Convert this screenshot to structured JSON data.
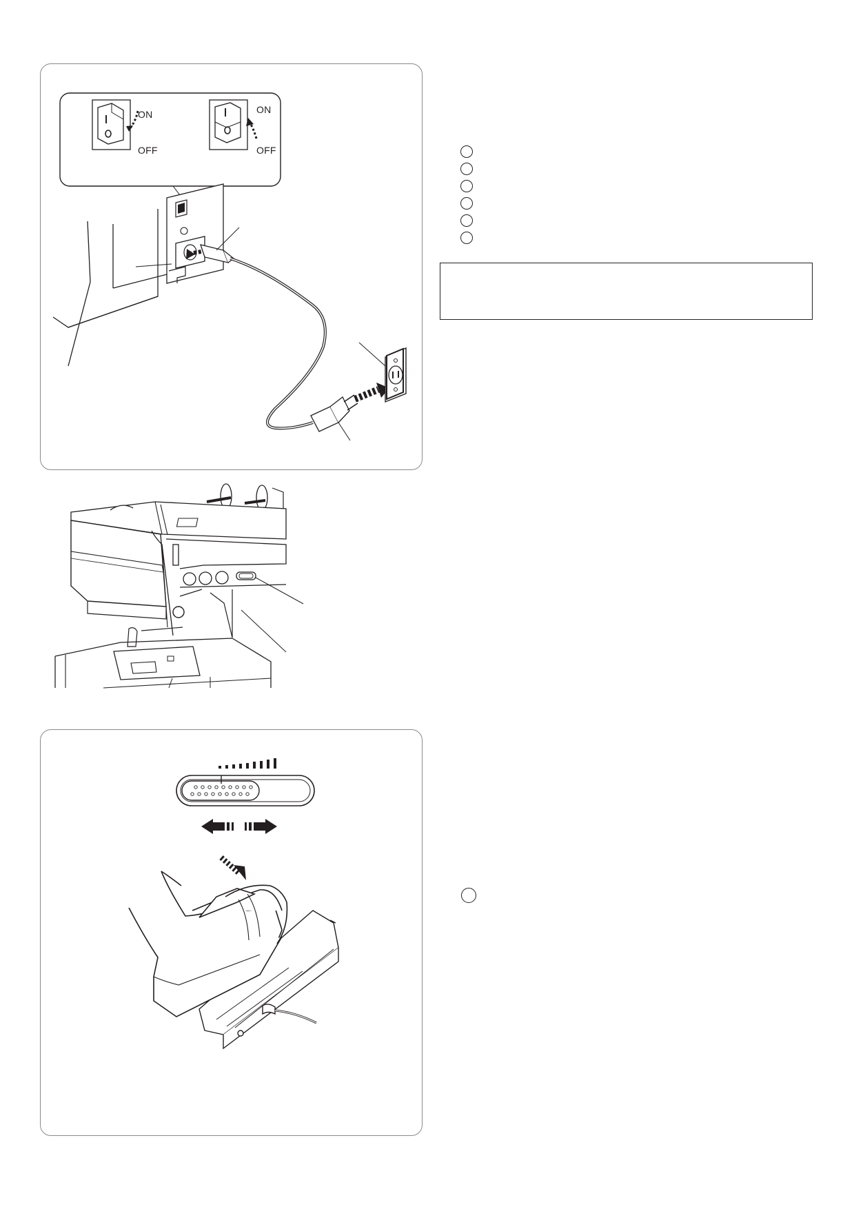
{
  "power_figure": {
    "switch_left": {
      "on_label": "ON",
      "off_label": "OFF",
      "mark_on": "I",
      "mark_off": "O"
    },
    "switch_right": {
      "on_label": "ON",
      "off_label": "OFF",
      "mark_on": "I",
      "mark_off": "O"
    }
  },
  "legend": {
    "reference_markers": 6
  },
  "speed_figure": {
    "scale_ticks": 9
  },
  "pedal_figure": {
    "reference_markers": 1
  }
}
